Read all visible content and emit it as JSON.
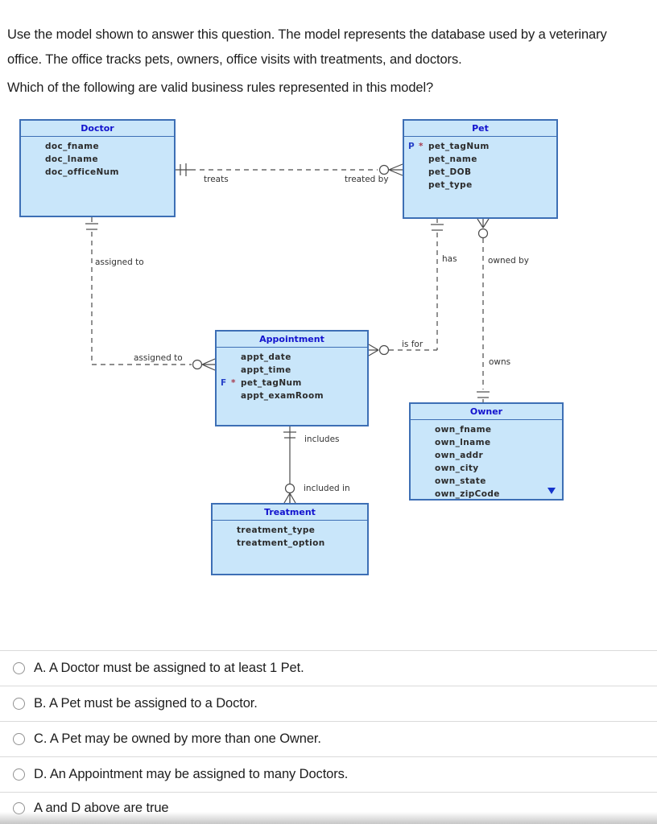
{
  "question": {
    "intro": "Use the model shown to answer this question. The model represents the database used by a veterinary office. The office tracks pets, owners, office visits with treatments, and doctors.",
    "prompt": "Which of the following are valid business rules represented in this model?"
  },
  "diagram": {
    "entities": {
      "doctor": {
        "title": "Doctor",
        "attributes": [
          {
            "name": "doc_fname"
          },
          {
            "name": "doc_lname"
          },
          {
            "name": "doc_officeNum"
          }
        ]
      },
      "pet": {
        "title": "Pet",
        "attributes": [
          {
            "key": "P",
            "star": "*",
            "name": "pet_tagNum"
          },
          {
            "name": "pet_name"
          },
          {
            "name": "pet_DOB"
          },
          {
            "name": "pet_type"
          }
        ]
      },
      "appointment": {
        "title": "Appointment",
        "attributes": [
          {
            "name": "appt_date"
          },
          {
            "name": "appt_time"
          },
          {
            "key": "F",
            "star": "*",
            "name": "pet_tagNum"
          },
          {
            "name": "appt_examRoom"
          }
        ]
      },
      "owner": {
        "title": "Owner",
        "attributes": [
          {
            "name": "own_fname"
          },
          {
            "name": "own_lname"
          },
          {
            "name": "own_addr"
          },
          {
            "name": "own_city"
          },
          {
            "name": "own_state"
          },
          {
            "name": "own_zipCode"
          }
        ],
        "has_more_indicator": true
      },
      "treatment": {
        "title": "Treatment",
        "attributes": [
          {
            "name": "treatment_type"
          },
          {
            "name": "treatment_option"
          }
        ]
      }
    },
    "labels": {
      "treats": "treats",
      "treated_by": "treated by",
      "assigned_to_doctor_end": "assigned to",
      "assigned_to_appointment_end": "assigned to",
      "has": "has",
      "owned_by": "owned by",
      "is_for": "is for",
      "owns": "owns",
      "includes": "includes",
      "included_in": "included in"
    },
    "colors": {
      "entity_fill": "#C9E6FA",
      "entity_border": "#3D6FB5",
      "title_text": "#1212CE",
      "pk_fk_marker": "#2742C8",
      "required_marker": "#A63C50",
      "line": "#4a4a4a",
      "overflow_triangle": "#1433CC"
    },
    "icons": {
      "owner_overflow": "triangle-down-icon",
      "cardinality_many": "crow-foot",
      "cardinality_optional": "circle",
      "cardinality_one": "double-tick"
    }
  },
  "options": [
    {
      "label": "A. A Doctor must be assigned to at least 1 Pet."
    },
    {
      "label": "B. A Pet must be assigned to a Doctor."
    },
    {
      "label": "C. A Pet may be owned by more than one Owner."
    },
    {
      "label": "D. An Appointment may be assigned to many Doctors."
    },
    {
      "label": "A and D above are true"
    }
  ]
}
